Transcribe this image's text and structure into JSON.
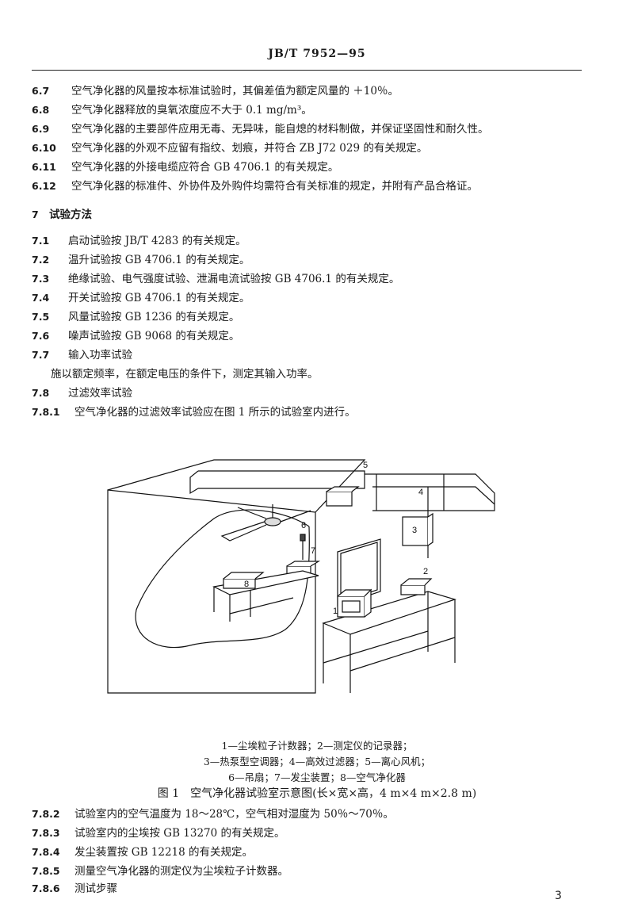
{
  "header": {
    "doc_code": "JB/T 7952—95"
  },
  "clauses_top": [
    {
      "num": "6.7",
      "text": "空气净化器的风量按本标准试验时，其偏差值为额定风量的 ＋10％。"
    },
    {
      "num": "6.8",
      "text": "空气净化器释放的臭氧浓度应不大于 0.1 mg/m³。"
    },
    {
      "num": "6.9",
      "text": "空气净化器的主要部件应用无毒、无异味，能自熄的材料制做，并保证坚固性和耐久性。"
    },
    {
      "num": "6.10",
      "text": "空气净化器的外观不应留有指纹、划痕，并符合 ZB J72 029 的有关规定。"
    },
    {
      "num": "6.11",
      "text": "空气净化器的外接电缆应符合 GB 4706.1 的有关规定。"
    },
    {
      "num": "6.12",
      "text": "空气净化器的标准件、外协件及外购件均需符合有关标准的规定，并附有产品合格证。"
    }
  ],
  "section7": {
    "num": "7",
    "title": "试验方法"
  },
  "clauses_7": [
    {
      "num": "7.1",
      "text": "启动试验按 JB/T 4283 的有关规定。"
    },
    {
      "num": "7.2",
      "text": "温升试验按 GB 4706.1 的有关规定。"
    },
    {
      "num": "7.3",
      "text": "绝缘试验、电气强度试验、泄漏电流试验按 GB 4706.1 的有关规定。"
    },
    {
      "num": "7.4",
      "text": "开关试验按 GB 4706.1 的有关规定。"
    },
    {
      "num": "7.5",
      "text": "风量试验按 GB 1236 的有关规定。"
    },
    {
      "num": "7.6",
      "text": "噪声试验按 GB 9068 的有关规定。"
    },
    {
      "num": "7.7",
      "text": "输入功率试验"
    }
  ],
  "clause_7_7_body": "施以额定频率，在额定电压的条件下，测定其输入功率。",
  "clause_7_8": {
    "num": "7.8",
    "text": "过滤效率试验"
  },
  "clause_7_8_1": {
    "num": "7.8.1",
    "text": "空气净化器的过滤效率试验应在图 1 所示的试验室内进行。"
  },
  "figure": {
    "labels": [
      "1",
      "2",
      "3",
      "4",
      "5",
      "6",
      "7",
      "8"
    ],
    "legend_lines": [
      "1—尘埃粒子计数器；2—测定仪的记录器；",
      "3—热泵型空调器；4—高效过滤器；5—离心风机；",
      "6—吊扇；7—发尘装置；8—空气净化器"
    ],
    "title": "图 1　空气净化器试验室示意图(长×宽×高，4 m×4 m×2.8 m)"
  },
  "clauses_bottom": [
    {
      "num": "7.8.2",
      "text": "试验室内的空气温度为 18～28℃，空气相对湿度为 50％～70％。"
    },
    {
      "num": "7.8.3",
      "text": "试验室内的尘埃按 GB 13270 的有关规定。"
    },
    {
      "num": "7.8.4",
      "text": "发尘装置按 GB 12218 的有关规定。"
    },
    {
      "num": "7.8.5",
      "text": "测量空气净化器的测定仪为尘埃粒子计数器。"
    },
    {
      "num": "7.8.6",
      "text": "测试步骤"
    }
  ],
  "page_number": "3"
}
